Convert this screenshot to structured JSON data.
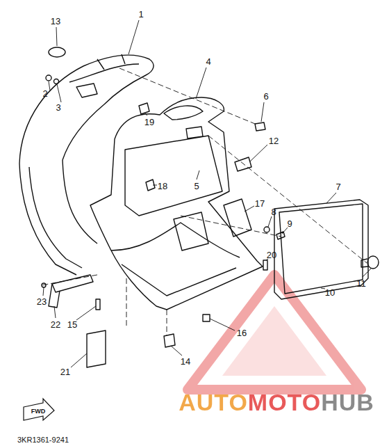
{
  "diagram": {
    "labels": [
      "13",
      "1",
      "4",
      "6",
      "2",
      "3",
      "19",
      "12",
      "18",
      "5",
      "17",
      "8",
      "9",
      "7",
      "20",
      "11",
      "10",
      "23",
      "22",
      "15",
      "16",
      "14",
      "21",
      "FWD",
      "3KR1361-9241",
      "AUTOMOTOHUB"
    ]
  }
}
